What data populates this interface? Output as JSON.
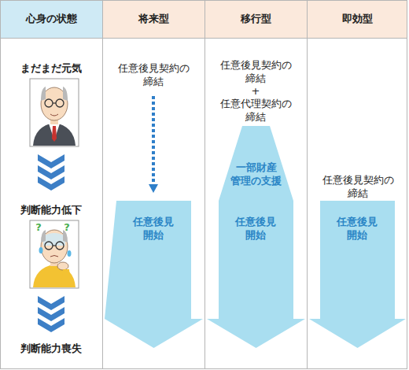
{
  "diagram": {
    "nodes": [
      {
        "text": [
          "任意後見 開始"
        ]
      },
      {
        "text": [
          "一部財産 管理の支援",
          "任意後見 開始"
        ]
      },
      {
        "text": [
          "任意後見 開始"
        ]
      }
    ],
    "labels": [
      "心身の状態",
      "将来型",
      "移行型",
      "即効型",
      "まだまだ元気",
      "判断能力低下",
      "判断能力喪失",
      "任意後見契約の 締結",
      "任意後見契約の 締結",
      "+",
      "任意代理契約の 締結",
      "任意後見契約の 締結",
      "?",
      "?"
    ]
  }
}
